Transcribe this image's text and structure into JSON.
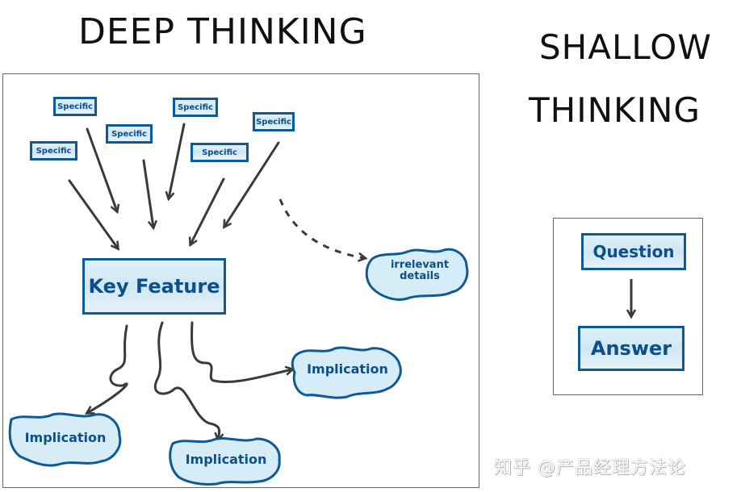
{
  "titles": {
    "deep": "DEEP THINKING",
    "shallow_line1": "SHALLOW",
    "shallow_line2": "THINKING"
  },
  "deep_thinking": {
    "specifics": [
      "Specific",
      "Specific",
      "Specific",
      "Specific",
      "Specific",
      "Specific"
    ],
    "key_feature": "Key Feature",
    "irrelevant": "irrelevant details",
    "implications": [
      "Implication",
      "Implication",
      "Implication"
    ]
  },
  "shallow_thinking": {
    "question": "Question",
    "answer": "Answer"
  },
  "watermark": "知乎 @产品经理方法论",
  "colors": {
    "box_border": "#0d5a96",
    "box_fill": "#d6ecf6",
    "text_blue": "#0d4f8a",
    "arrow": "#3a3a3a"
  }
}
